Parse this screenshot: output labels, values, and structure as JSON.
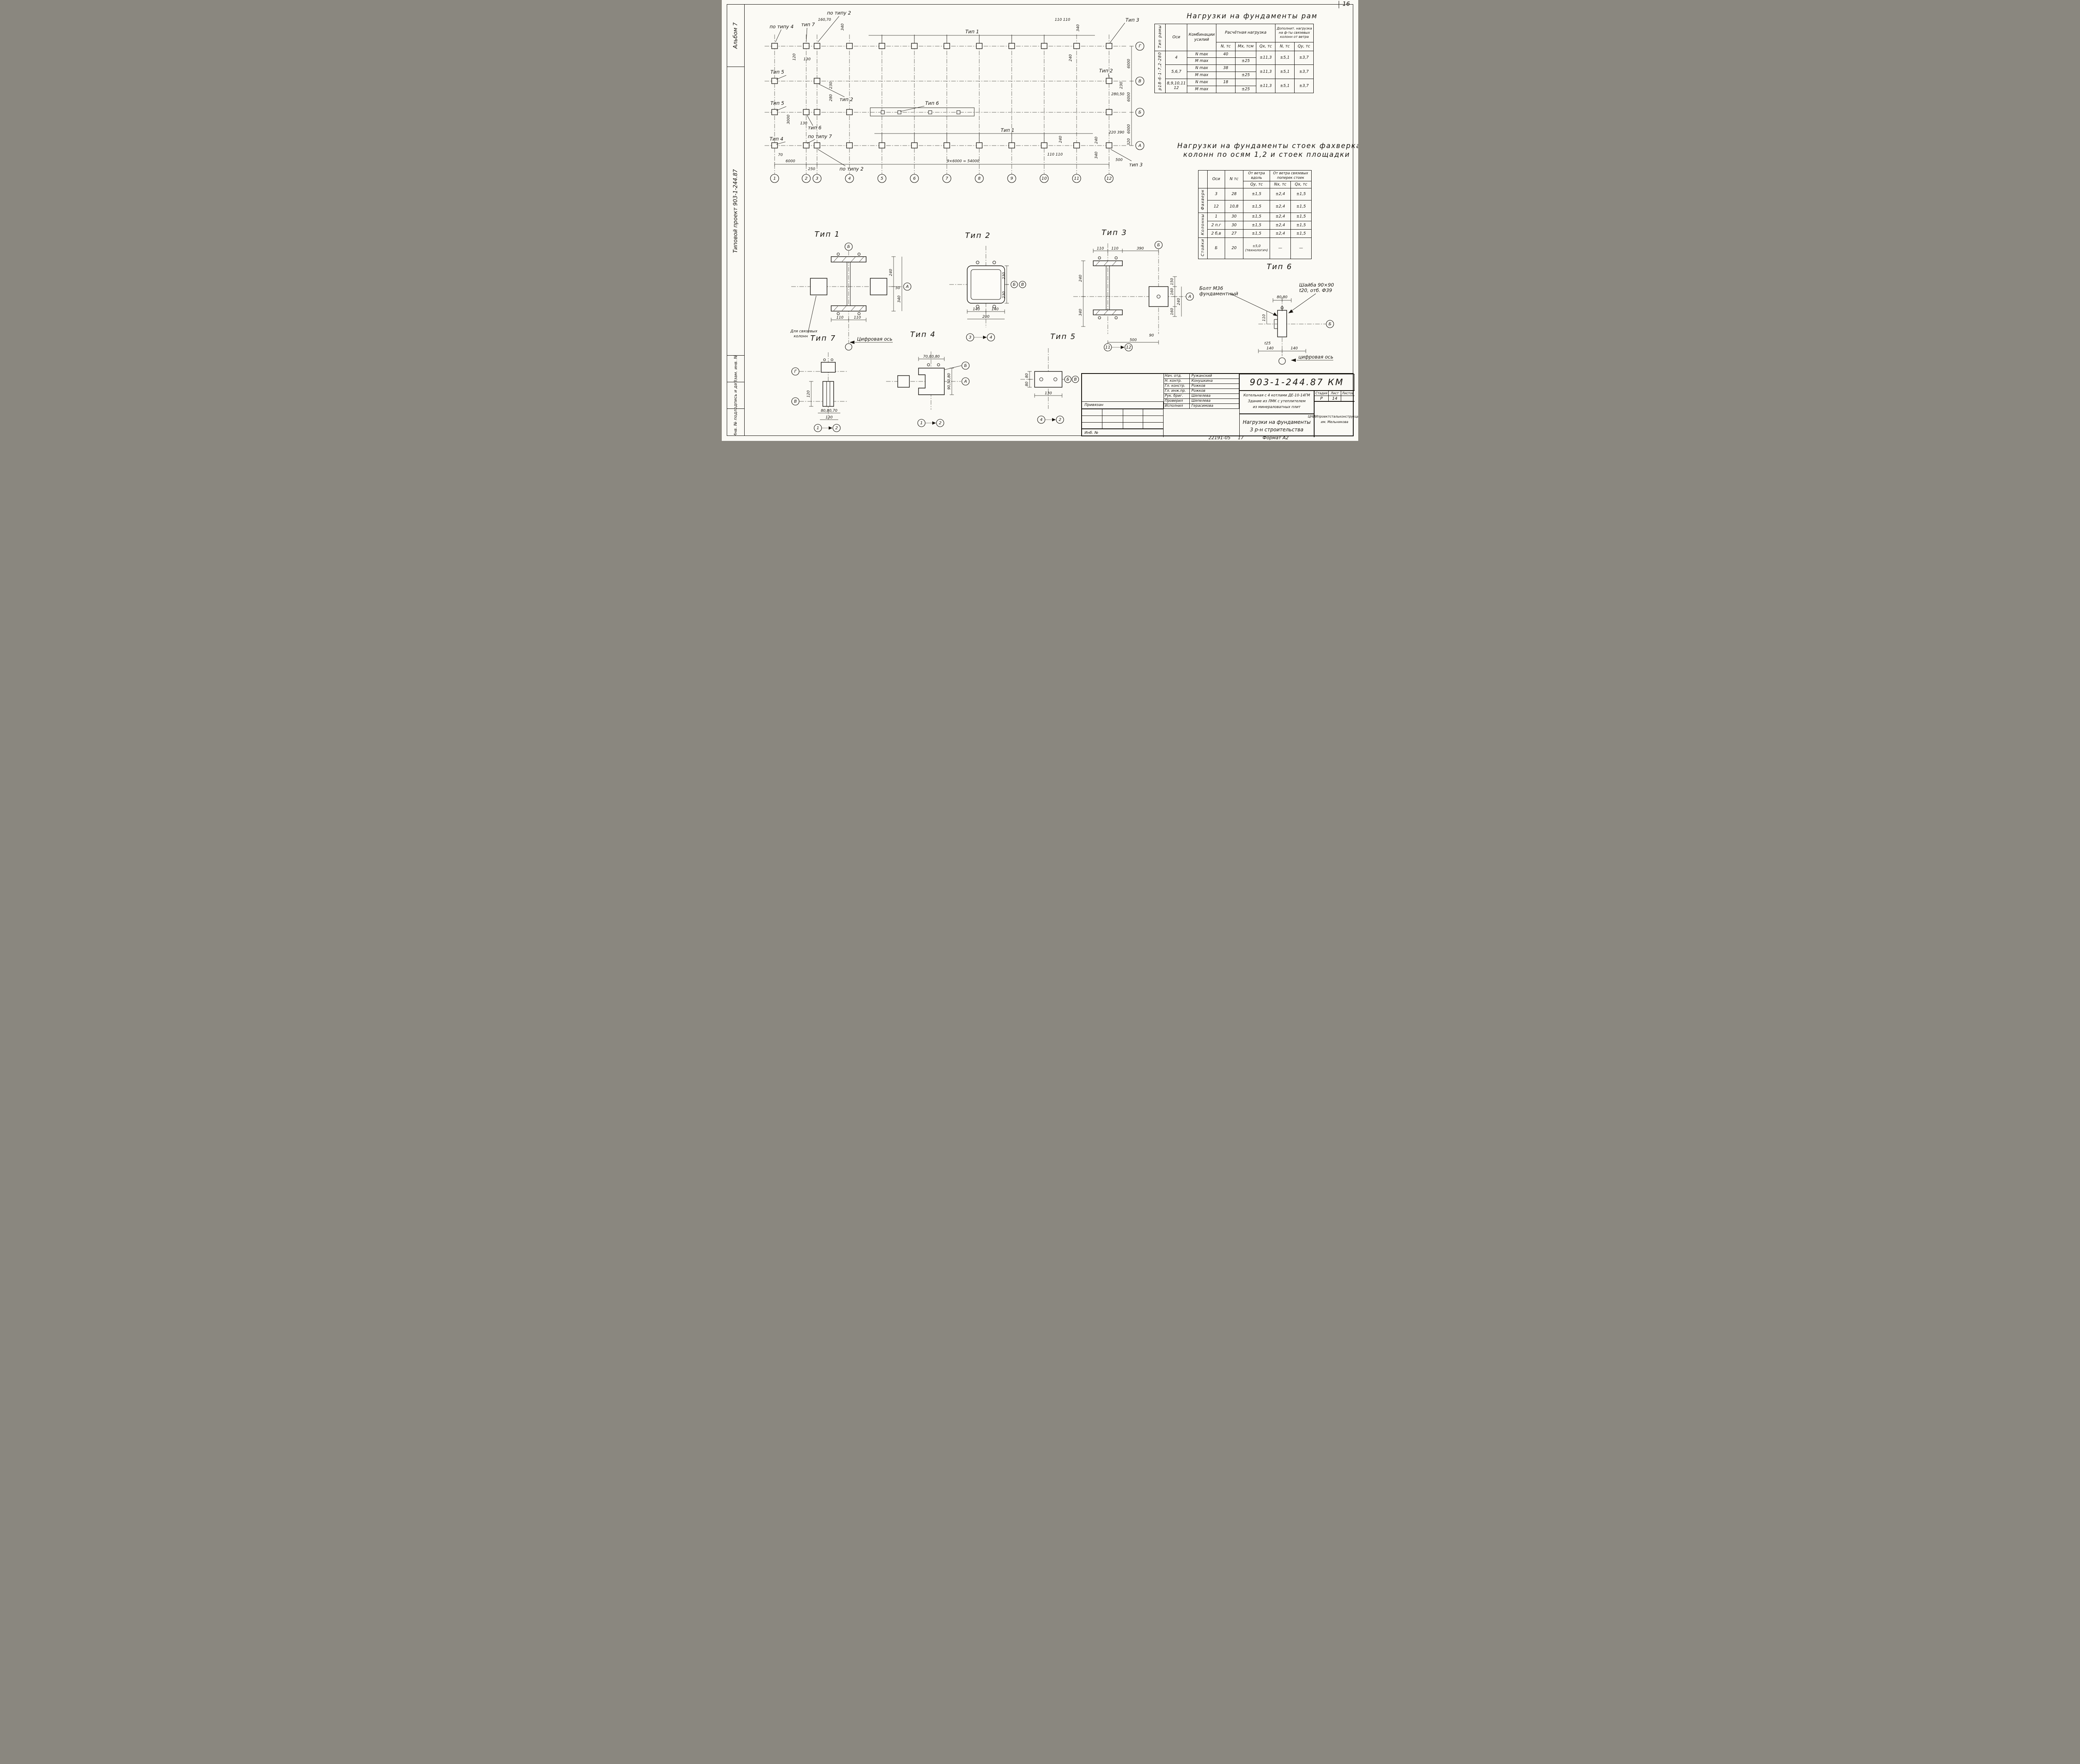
{
  "page": {
    "corner_note": "16",
    "album": "Альбом 7",
    "project": "Типовой проект 903-1-244.87",
    "strip": [
      "Инв. № подл.",
      "Подпись и дата",
      "Взам. инв. №"
    ],
    "doc_number": "22191-05",
    "doc_page": "17",
    "format_note": "Формат А2"
  },
  "plan": {
    "axes_numbers": [
      "1",
      "2",
      "3",
      "4",
      "5",
      "6",
      "7",
      "8",
      "9",
      "10",
      "11",
      "12"
    ],
    "axes_letters": [
      "Г",
      "В",
      "Б",
      "А"
    ],
    "dim_total": "9×6000 = 54000",
    "dim_6000": "6000",
    "dim_250": "250",
    "dim_row": "6000",
    "labels": {
      "tip1_top": "Тип 1",
      "tip3_top": "Тип 3",
      "po_tipu4": "по типу 4",
      "tip7": "тип 7",
      "po_tipu2_top": "по типу 2",
      "tip5_v": "Тип 5",
      "tip2_small": "тип 2",
      "tip2_right": "Тип 2",
      "tip5_b": "Тип 5",
      "tip6_small": "тип 6",
      "tip6_mid": "Тип 6",
      "tip4": "Тип 4",
      "po_tipu7": "по типу 7",
      "po_tipu2_bot": "по типу 2",
      "tip1_bot": "Тип 1",
      "tip3_bot": "тип 3"
    },
    "small_dims": [
      "160,70",
      "340",
      "120",
      "130",
      "230",
      "280",
      "3000",
      "130",
      "110 110",
      "340",
      "240",
      "230",
      "280,50",
      "220 390",
      "320",
      "240",
      "340",
      "500",
      "110 110",
      "240",
      "70"
    ]
  },
  "table1": {
    "title": "Нагрузки  на  фундаменты  рам",
    "h_tip": "Тип рамы",
    "h_osi": "Оси",
    "h_komb": "Комбинации усилий",
    "h_rasch": "Расчётная нагрузка",
    "h_dop": "Дополнит. нагрузка на ф-ты связевых колонн от ветра",
    "h_n": "N, тс",
    "h_mx": "Mх, тсм",
    "h_qx": "Qх, тс",
    "h_n2": "N, тс",
    "h_qy": "Qу, тс",
    "frame_type": "р18-6-1-7,2-280",
    "groups": [
      {
        "osi": "4",
        "r1": "N max",
        "n": "40",
        "r2": "M max",
        "mx": "±25",
        "qx": "±11,3",
        "n2": "±5,1",
        "qy": "±3,7"
      },
      {
        "osi": "5,6,7",
        "r1": "N max",
        "n": "38",
        "r2": "M max",
        "mx": "±25",
        "qx": "±11,3",
        "n2": "±5,1",
        "qy": "±3,7"
      },
      {
        "osi": "8,9,10,11 12",
        "r1": "N max",
        "n": "18",
        "r2": "M max",
        "mx": "±25",
        "qx": "±11,3",
        "n2": "±5,1",
        "qy": "±3,7"
      }
    ]
  },
  "table2": {
    "title1": "Нагрузки  на  фундаменты  стоек  фахверка",
    "title2": "колонн  по  осям  1,2 и  стоек  площадки",
    "h_osi": "Оси",
    "h_n": "N тс",
    "h_wind_along": "От ветра вдоль",
    "h_wind_cross": "От ветра связевых поперек стоек",
    "h_qy": "Qу, тс",
    "h_nx": "Nх, тс",
    "h_qx": "Qх, тс",
    "groups": [
      "Фахверк",
      "Колонны",
      "Стойки"
    ],
    "rows": [
      {
        "osi": "3",
        "n": "28",
        "qy": "±1,5",
        "nx": "±2,4",
        "qx": "±1,5"
      },
      {
        "osi": "12",
        "n": "10,8",
        "qy": "±1,5",
        "nx": "±2,4",
        "qx": "±1,5"
      },
      {
        "osi": "1",
        "n": "30",
        "qy": "±1,5",
        "nx": "±2,4",
        "qx": "±1,5"
      },
      {
        "osi": "2 п.г",
        "n": "30",
        "qy": "±1,5",
        "nx": "±2,4",
        "qx": "±1,5"
      },
      {
        "osi": "2 б,в",
        "n": "27",
        "qy": "±1,5",
        "nx": "±2,4",
        "qx": "±1,5"
      },
      {
        "osi": "Б",
        "n": "20",
        "qy": "±5,0 (технологич)",
        "nx": "—",
        "qx": "—"
      }
    ]
  },
  "details": {
    "t1": {
      "caption": "Тип 1",
      "label_svjaz1": "Для связевых",
      "label_svjaz2": "колонн",
      "label_axis": "Цифровая ось",
      "dims": [
        "240",
        "50",
        "340",
        "110",
        "110"
      ],
      "c_top": "Б",
      "c_right": "А"
    },
    "t2": {
      "caption": "Тип 2",
      "dims": [
        "230",
        "230",
        "140",
        "140",
        "200"
      ],
      "c_r1": "Б",
      "c_r2": "В",
      "ax1": "3",
      "ax2": "4"
    },
    "t3": {
      "caption": "Тип 3",
      "dims": [
        "110",
        "110",
        "390",
        "240",
        "340",
        "150",
        "160",
        "160",
        "240",
        "90",
        "500"
      ],
      "c_top": "Б",
      "c_right": "А",
      "ax1": "11",
      "ax2": "12"
    },
    "t4": {
      "caption": "Тип 4",
      "dims": [
        "70,80,80",
        "90,50,80"
      ],
      "c_top": "Б",
      "c_right": "А",
      "ax1": "1",
      "ax2": "2"
    },
    "t5": {
      "caption": "Тип 5",
      "dims": [
        "80",
        "80",
        "130"
      ],
      "c_r1": "Б",
      "c_r2": "В",
      "ax1": "4",
      "ax2": "2"
    },
    "t6": {
      "caption": "Тип 6",
      "label_bolt1": "Болт М36",
      "label_bolt2": "фундаментный",
      "label_washer1": "Шайба 90×90",
      "label_washer2": "t20, отб. Ф39",
      "label_axis": "цифровая ось",
      "dims": [
        "80,80",
        "110",
        "t25",
        "140",
        "140"
      ],
      "c_right": "Б"
    },
    "t7": {
      "caption": "Тип 7",
      "dims": [
        "120",
        "80,80,70",
        "130"
      ],
      "c_l1": "Г",
      "c_l2": "В",
      "ax1": "1",
      "ax2": "2"
    }
  },
  "titleblock": {
    "doc_code": "903-1-244.87 КМ",
    "signatures": [
      {
        "role": "Нач. отд.",
        "name": "Ружанский"
      },
      {
        "role": "Н. контр.",
        "name": "Конушкина"
      },
      {
        "role": "Гл. констр.",
        "name": "Рожков"
      },
      {
        "role": "Гл. инж.пр.",
        "name": "Рожков"
      },
      {
        "role": "Рук. бриг.",
        "name": "Шепелева"
      },
      {
        "role": "Проверил",
        "name": "Шепелева"
      },
      {
        "role": "Исполнил",
        "name": "Герасимова"
      }
    ],
    "privyazan": "Привязан",
    "inv_no": "Инб. №",
    "object_desc1": "Котельная с 4 котлами ДЕ-10-14ГМ",
    "object_desc2": "Здание из ЛМК с утеплителем",
    "object_desc3": "из минераловатных плит",
    "sheet_title1": "Нагрузки на фундаменты",
    "sheet_title2": "3 р-н строительства",
    "h_stage": "Стадия",
    "h_sheet": "Лист",
    "h_sheets": "Листов",
    "stage": "Р",
    "sheet": "14",
    "sheets": "",
    "org1": "ЦНИИпроектстальконструкция",
    "org2": "им. Мельникова"
  }
}
